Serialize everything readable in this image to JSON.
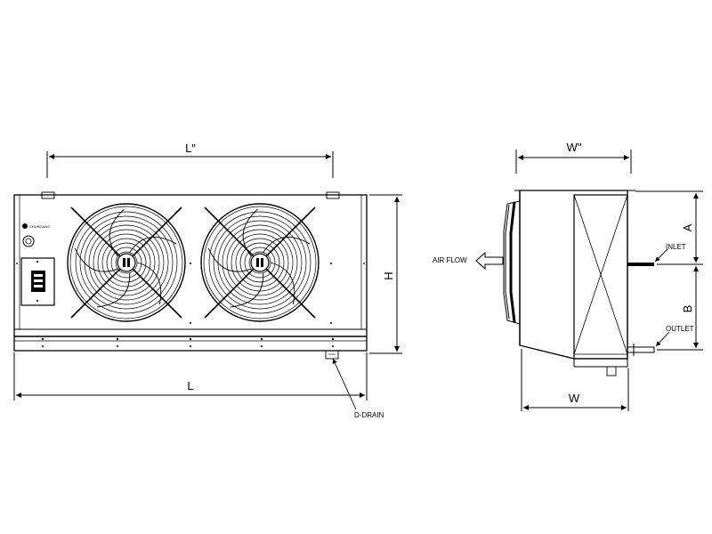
{
  "labels": {
    "front_top_dimension": "L\"",
    "front_bottom_dimension": "L",
    "front_height": "H",
    "drain": "D-DRAIN",
    "brand": "CHUNGANG",
    "side_top_dimension": "W\"",
    "side_bottom_dimension": "W",
    "side_dim_a": "A",
    "side_dim_b": "B",
    "inlet": "INLET",
    "outlet": "OUTLET",
    "air_flow": "AIR FLOW"
  },
  "colors": {
    "line": "#000000",
    "background": "#ffffff"
  },
  "icons": {
    "fan": "fan-guard-icon",
    "arrow": "air-flow-arrow-icon"
  }
}
